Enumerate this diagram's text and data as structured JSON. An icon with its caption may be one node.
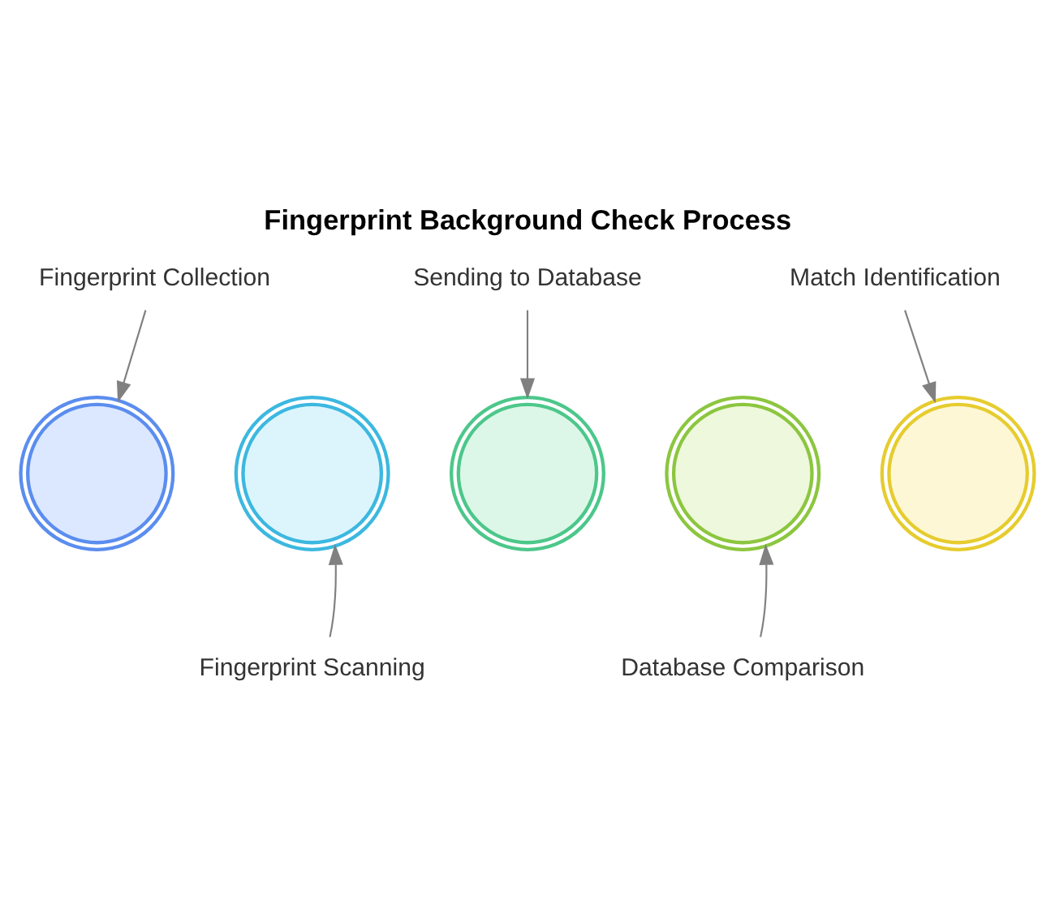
{
  "diagram": {
    "title": "Fingerprint Background Check Process",
    "nodes": [
      {
        "text": [
          "Fingerprint Collection"
        ]
      },
      {
        "text": [
          "Sending to Database"
        ]
      },
      {
        "text": [
          "Match Identification"
        ]
      },
      {
        "text": [],
        "shape": "gear"
      },
      {
        "text": [],
        "shape": "gear"
      },
      {
        "text": [],
        "shape": "gear"
      },
      {
        "text": [],
        "shape": "gear"
      },
      {
        "text": [],
        "shape": "gear"
      },
      {
        "text": [
          "Fingerprint Scanning"
        ]
      },
      {
        "text": [
          "Database Comparison"
        ]
      }
    ],
    "edges": [
      {
        "from": 0,
        "to": 3,
        "arrow": "to"
      },
      {
        "from": 1,
        "to": 5,
        "arrow": "to"
      },
      {
        "from": 2,
        "to": 7,
        "arrow": "to"
      },
      {
        "from": 8,
        "to": 4,
        "arrow": "to"
      },
      {
        "from": 9,
        "to": 6,
        "arrow": "to"
      }
    ]
  }
}
